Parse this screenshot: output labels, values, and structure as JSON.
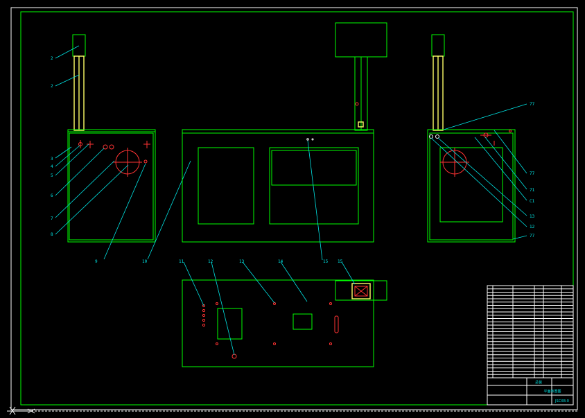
{
  "colors": {
    "background": "#000000",
    "outline": "#00ff00",
    "frame": "#ffffff",
    "leader": "#00e5e5",
    "detail": "#ff3333",
    "highlight": "#ffff66"
  },
  "callouts": {
    "left": [
      "2",
      "2",
      "3",
      "4",
      "5",
      "6",
      "7",
      "8",
      "9",
      "10"
    ],
    "right": [
      "77",
      "77",
      "71",
      "C1",
      "13",
      "12",
      "77"
    ],
    "top_front": [
      "15"
    ],
    "bottom": [
      "11",
      "12",
      "13",
      "14",
      "15"
    ]
  },
  "title_block": {
    "rows": 28,
    "name": "总装",
    "title": "平面布置图",
    "drawing_no": "JSCXB-0"
  }
}
